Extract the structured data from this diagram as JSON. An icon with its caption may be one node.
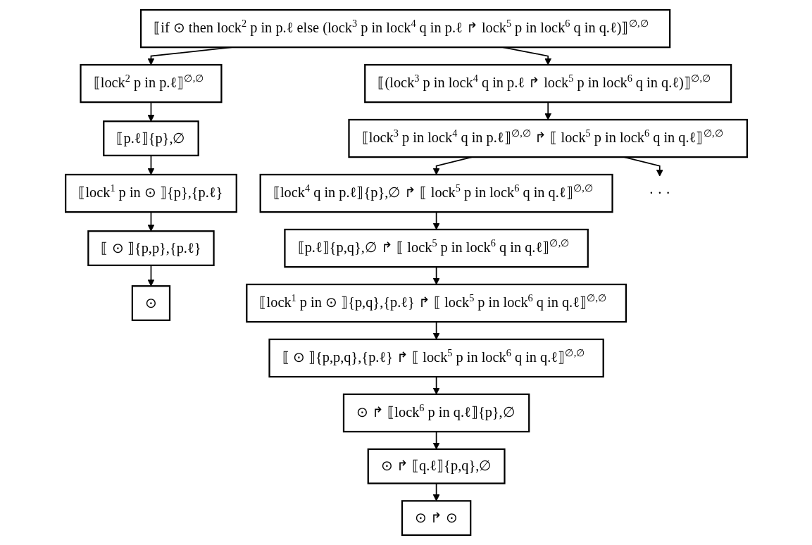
{
  "diagram": {
    "nodes": [
      {
        "text": [
          "⟦if ⊙ then lock$^{2}$ p in p.ℓ else (lock$^{3}$ p in lock$^{4}$ q in p.ℓ ↱ lock$^{5}$ p in lock$^{6}$ q in q.ℓ)⟧$^{∅,∅}$"
        ]
      },
      {
        "text": [
          "⟦lock$^{2}$ p in p.ℓ⟧$^{∅,∅}$"
        ]
      },
      {
        "text": [
          "⟦(lock$^{3}$ p in lock$^{4}$ q in p.ℓ ↱ lock$^{5}$ p in lock$^{6}$ q in q.ℓ)⟧$^{∅,∅}$"
        ]
      },
      {
        "text": [
          "⟦p.ℓ⟧{p},∅"
        ]
      },
      {
        "text": [
          "⟦lock$^{3}$ p in lock$^{4}$ q in p.ℓ⟧$^{∅,∅}$ ↱ ⟦ lock$^{5}$ p in lock$^{6}$ q in q.ℓ⟧$^{∅,∅}$"
        ]
      },
      {
        "text": [
          "⟦lock$^{1}$ p in ⊙ ⟧{p},{p.ℓ}"
        ]
      },
      {
        "text": [
          "⟦lock$^{4}$ q in p.ℓ⟧{p},∅ ↱ ⟦ lock$^{5}$ p in lock$^{6}$ q in q.ℓ⟧$^{∅,∅}$"
        ]
      },
      {
        "text": [
          "· · ·"
        ]
      },
      {
        "text": [
          "⟦ ⊙ ⟧{p,p},{p.ℓ}"
        ]
      },
      {
        "text": [
          "⟦p.ℓ⟧{p,q},∅ ↱ ⟦ lock$^{5}$ p in lock$^{6}$ q in q.ℓ⟧$^{∅,∅}$"
        ]
      },
      {
        "text": [
          "⊙"
        ]
      },
      {
        "text": [
          "⟦lock$^{1}$ p in ⊙ ⟧{p,q},{p.ℓ} ↱ ⟦ lock$^{5}$ p in lock$^{6}$ q in q.ℓ⟧$^{∅,∅}$"
        ]
      },
      {
        "text": [
          "⟦ ⊙ ⟧{p,p,q},{p.ℓ} ↱ ⟦ lock$^{5}$ p in lock$^{6}$ q in q.ℓ⟧$^{∅,∅}$"
        ]
      },
      {
        "text": [
          "⊙ ↱ ⟦lock$^{6}$ p in q.ℓ⟧{p},∅"
        ]
      },
      {
        "text": [
          "⊙ ↱ ⟦q.ℓ⟧{p,q},∅"
        ]
      },
      {
        "text": [
          "⊙ ↱ ⊙"
        ]
      }
    ],
    "edges": [
      {
        "from": 0,
        "to": 1,
        "arrow": "to"
      },
      {
        "from": 0,
        "to": 2,
        "arrow": "to"
      },
      {
        "from": 1,
        "to": 3,
        "arrow": "to"
      },
      {
        "from": 2,
        "to": 4,
        "arrow": "to"
      },
      {
        "from": 3,
        "to": 5,
        "arrow": "to"
      },
      {
        "from": 4,
        "to": 6,
        "arrow": "to"
      },
      {
        "from": 4,
        "to": 7,
        "arrow": "to"
      },
      {
        "from": 5,
        "to": 8,
        "arrow": "to"
      },
      {
        "from": 6,
        "to": 9,
        "arrow": "to"
      },
      {
        "from": 8,
        "to": 10,
        "arrow": "to"
      },
      {
        "from": 9,
        "to": 11,
        "arrow": "to"
      },
      {
        "from": 11,
        "to": 12,
        "arrow": "to"
      },
      {
        "from": 12,
        "to": 13,
        "arrow": "to"
      },
      {
        "from": 13,
        "to": 14,
        "arrow": "to"
      },
      {
        "from": 14,
        "to": 15,
        "arrow": "to"
      }
    ]
  }
}
